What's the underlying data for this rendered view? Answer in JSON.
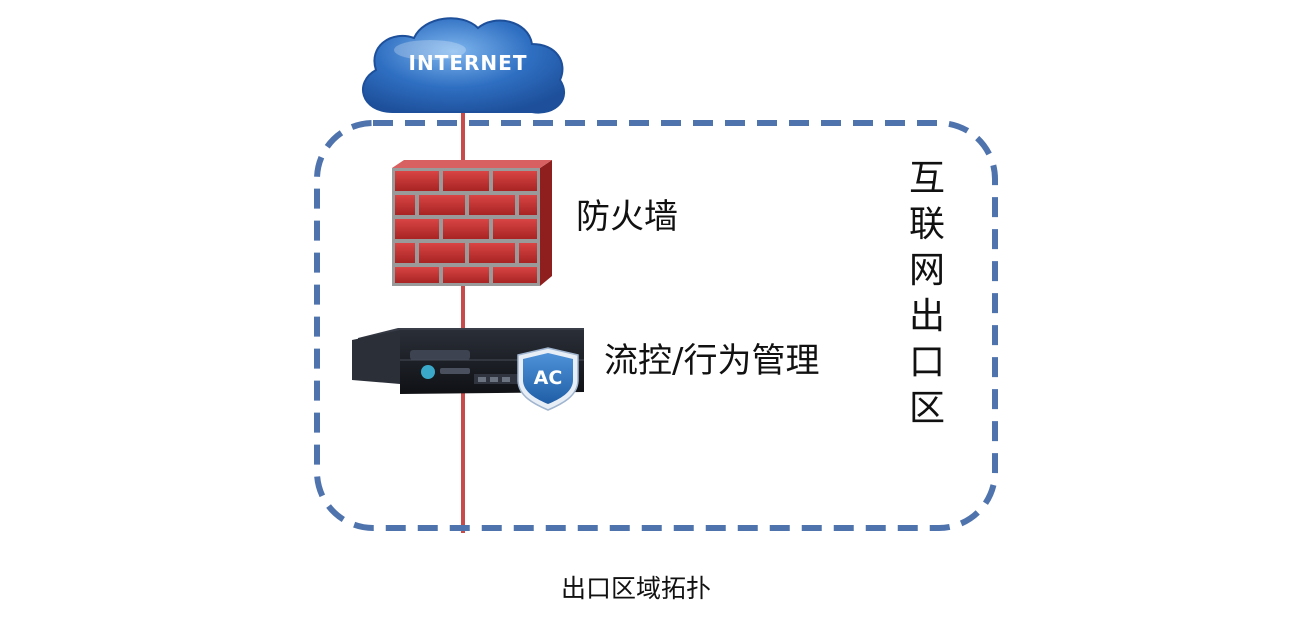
{
  "internet": {
    "label": "INTERNET"
  },
  "firewall": {
    "label": "防火墙"
  },
  "device": {
    "label": "流控/行为管理",
    "badge": "AC"
  },
  "zone": {
    "label_chars": [
      "互",
      "联",
      "网",
      "出",
      "口",
      "区"
    ]
  },
  "caption": "出口区域拓扑",
  "colors": {
    "link_line": "#c94a4a",
    "zone_border": "#4f73ad",
    "cloud": "#2f6fc2",
    "brick": "#c93232",
    "mortar": "#9a9a9a",
    "device_body": "#1c1f26",
    "badge": "#2d6fb8"
  },
  "icons": [
    "cloud-icon",
    "firewall-icon",
    "ac-device-icon",
    "ac-shield-icon"
  ]
}
